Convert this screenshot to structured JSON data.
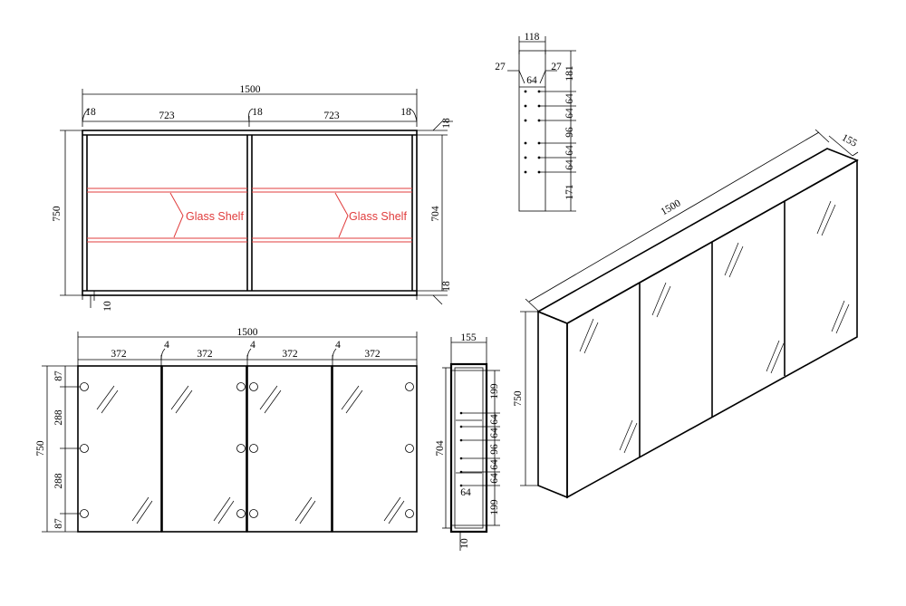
{
  "front_view": {
    "overall_width": "1500",
    "left_gap": "18",
    "bay_left": "723",
    "mid_gap": "18",
    "bay_right": "723",
    "right_gap": "18",
    "height": "750",
    "inner_height": "704",
    "top_thickness": "18",
    "bottom_thickness": "18",
    "base_offset": "10",
    "shelf_label_left": "Glass Shelf",
    "shelf_label_right": "Glass Shelf"
  },
  "door_view": {
    "overall_width": "1500",
    "door_widths": [
      "372",
      "372",
      "372",
      "372"
    ],
    "gaps": [
      "4",
      "4",
      "4"
    ],
    "height": "750",
    "hinge_spacing": [
      "87",
      "288",
      "288",
      "87"
    ]
  },
  "side_top": {
    "width": "118",
    "left_offset": "27",
    "right_offset": "27",
    "center": "64",
    "hole_spacing": [
      "181",
      "64",
      "64",
      "96",
      "64",
      "64",
      "171"
    ]
  },
  "side_section": {
    "depth": "155",
    "height": "704",
    "base": "10",
    "right_dims": [
      "199",
      "64",
      "64",
      "96",
      "64",
      "64",
      "199"
    ],
    "inner_label": "64"
  },
  "iso_view": {
    "width": "1500",
    "depth": "155",
    "height": "750"
  }
}
